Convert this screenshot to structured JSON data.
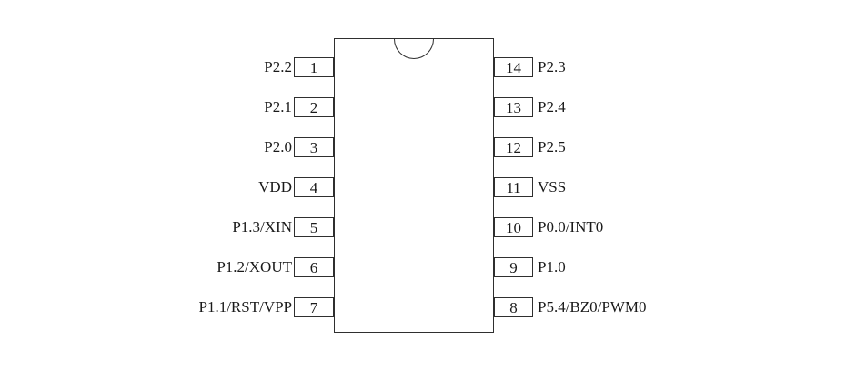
{
  "diagram": {
    "type": "ic-pinout",
    "pin_count": 14,
    "colors": {
      "background": "#ffffff",
      "line": "#2f2f2f",
      "text": "#1a1a1a"
    },
    "left_pins": [
      {
        "number": "1",
        "label": "P2.2"
      },
      {
        "number": "2",
        "label": "P2.1"
      },
      {
        "number": "3",
        "label": "P2.0"
      },
      {
        "number": "4",
        "label": "VDD"
      },
      {
        "number": "5",
        "label": "P1.3/XIN"
      },
      {
        "number": "6",
        "label": "P1.2/XOUT"
      },
      {
        "number": "7",
        "label": "P1.1/RST/VPP"
      }
    ],
    "right_pins": [
      {
        "number": "14",
        "label": "P2.3"
      },
      {
        "number": "13",
        "label": "P2.4"
      },
      {
        "number": "12",
        "label": "P2.5"
      },
      {
        "number": "11",
        "label": "VSS"
      },
      {
        "number": "10",
        "label": "P0.0/INT0"
      },
      {
        "number": "9",
        "label": "P1.0"
      },
      {
        "number": "8",
        "label": "P5.4/BZ0/PWM0"
      }
    ]
  }
}
